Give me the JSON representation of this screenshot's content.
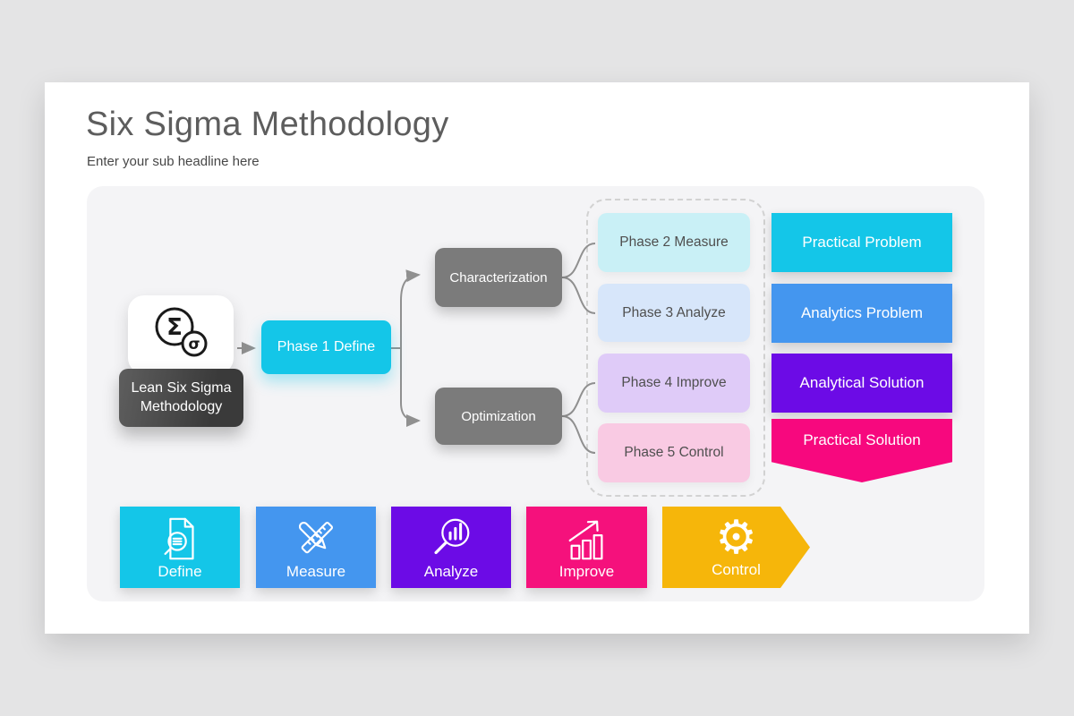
{
  "header": {
    "title": "Six Sigma Methodology",
    "subtitle": "Enter your sub headline here"
  },
  "flow": {
    "root": {
      "label": "Lean Six Sigma Methodology",
      "icon": "sigma-icon"
    },
    "phase1": {
      "label": "Phase 1 Define",
      "color": "#14C6E8"
    },
    "branches": [
      {
        "label": "Characterization",
        "color": "#7B7B7B"
      },
      {
        "label": "Optimization",
        "color": "#7B7B7B"
      }
    ],
    "phases": [
      {
        "label": "Phase 2 Measure",
        "color": "#C9F0F6"
      },
      {
        "label": "Phase 3 Analyze",
        "color": "#D7E6FA"
      },
      {
        "label": "Phase 4 Improve",
        "color": "#DFCBF8"
      },
      {
        "label": "Phase 5 Control",
        "color": "#F9CAE3"
      }
    ],
    "outcomes": [
      {
        "label": "Practical Problem",
        "color": "#14C6E8",
        "shape": "rect"
      },
      {
        "label": "Analytics Problem",
        "color": "#4496EF",
        "shape": "rect"
      },
      {
        "label": "Analytical Solution",
        "color": "#6C0BE6",
        "shape": "rect"
      },
      {
        "label": "Practical Solution",
        "color": "#F7087E",
        "shape": "banner-down"
      }
    ],
    "connector_color": "#909090"
  },
  "dmaic": [
    {
      "label": "Define",
      "icon": "document-search-icon",
      "color": "#14C6E8",
      "shape": "rect"
    },
    {
      "label": "Measure",
      "icon": "pencil-ruler-icon",
      "color": "#4496EF",
      "shape": "rect"
    },
    {
      "label": "Analyze",
      "icon": "chart-magnifier-icon",
      "color": "#6C0BE6",
      "shape": "rect"
    },
    {
      "label": "Improve",
      "icon": "growth-arrow-icon",
      "color": "#F5117C",
      "shape": "rect"
    },
    {
      "label": "Control",
      "icon": "gear-icon",
      "color": "#F6B60A",
      "shape": "arrow-right"
    }
  ]
}
